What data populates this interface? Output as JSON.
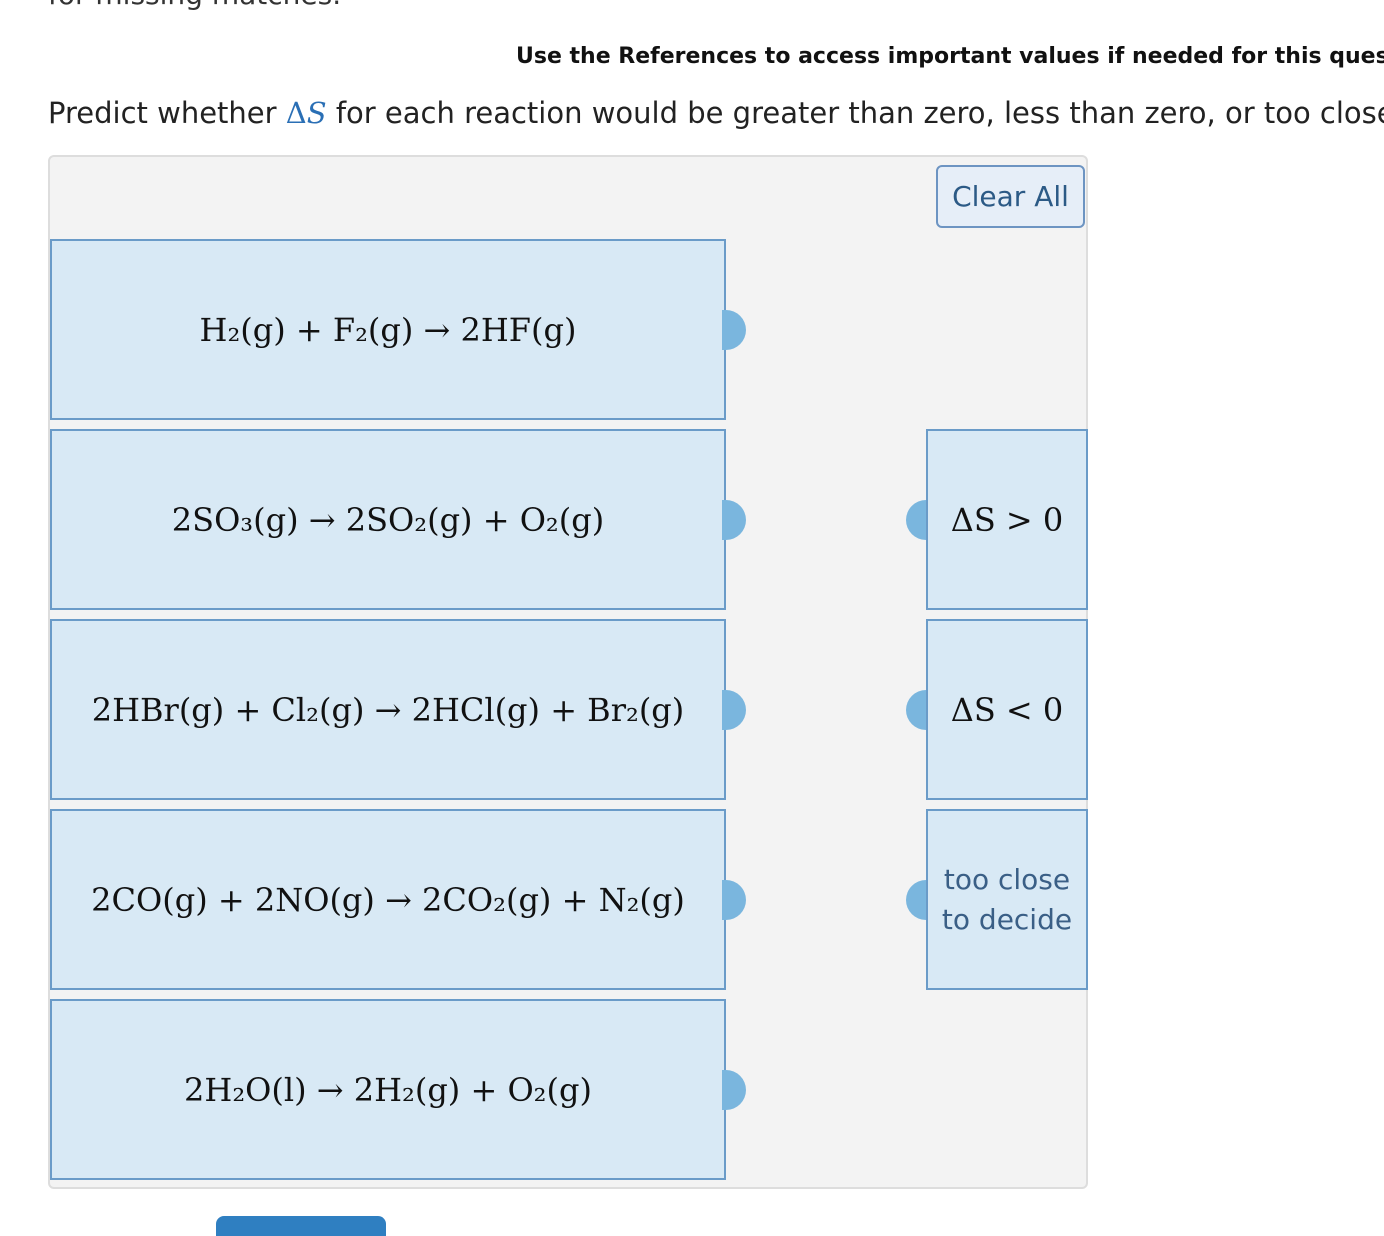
{
  "header": {
    "cutoff_text": "for missing matches.",
    "references_note": "Use the References to access important values if needed for this question.",
    "prompt_before": "Predict whether ",
    "prompt_symbol": "S",
    "prompt_after": " for each reaction would be greater than zero, less than zero, or too close to decide."
  },
  "toolbar": {
    "clear_all_label": "Clear All"
  },
  "reactions": [
    {
      "equation": "H₂(g) + F₂(g) → 2HF(g)"
    },
    {
      "equation": "2SO₃(g) → 2SO₂(g) + O₂(g)"
    },
    {
      "equation": "2HBr(g) + Cl₂(g) → 2HCl(g) + Br₂(g)"
    },
    {
      "equation": "2CO(g) + 2NO(g) → 2CO₂(g) + N₂(g)"
    },
    {
      "equation": "2H₂O(l) → 2H₂(g) + O₂(g)"
    }
  ],
  "targets": [
    {
      "label": "ΔS > 0"
    },
    {
      "label": "ΔS < 0"
    },
    {
      "label": "too close to decide"
    }
  ],
  "colors": {
    "item_fill": "#d8e9f5",
    "item_border": "#6a9bc8",
    "connector": "#7ab6de",
    "workspace": "#f3f3f3"
  }
}
